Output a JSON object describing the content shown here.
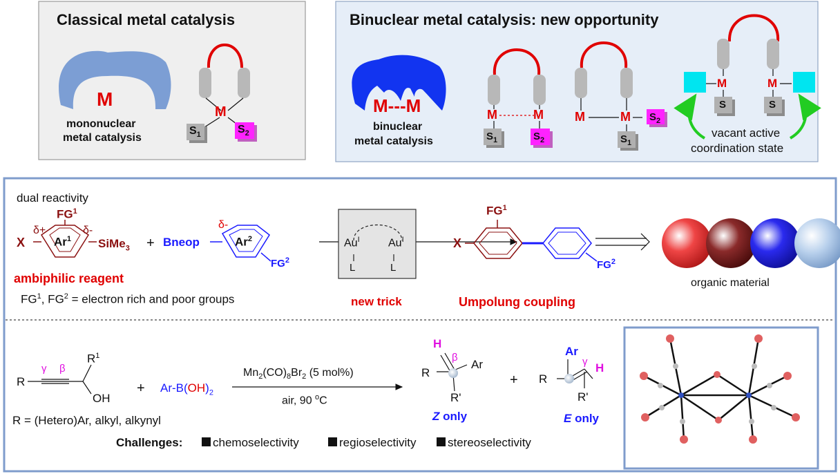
{
  "top_left": {
    "title": "Classical metal catalysis",
    "metal": "M",
    "caption_line1": "mononuclear",
    "caption_line2": "metal catalysis",
    "s1": "S",
    "s2": "S",
    "sub1": "1",
    "sub2": "2"
  },
  "top_right": {
    "title": "Binuclear metal catalysis: new opportunity",
    "metal_pair": "M---M",
    "caption_line1": "binuclear",
    "caption_line2": "metal catalysis",
    "m": "M",
    "s": "S",
    "sub1": "1",
    "sub2": "2",
    "vacant_line1": "vacant active",
    "vacant_line2": "coordination state"
  },
  "middle": {
    "dual_reactivity": "dual reactivity",
    "fg1": "FG",
    "fg1_sup": "1",
    "x": "X",
    "delta_plus": "δ+",
    "delta_minus": "δ-",
    "ar1": "Ar",
    "ar1_sup": "1",
    "sime3": "SiMe",
    "sime3_sub": "3",
    "plus": "+",
    "bneop": "Bneop",
    "ar2": "Ar",
    "ar2_sup": "2",
    "fg2": "FG",
    "fg2_sup": "2",
    "ambiphilic": "ambiphilic reagent",
    "fg_note_pre": "FG",
    "fg_note_sup1": "1",
    "fg_note_mid": ", FG",
    "fg_note_sup2": "2",
    "fg_note_post": " = electron rich and poor groups",
    "au": "Au",
    "au_sup": "I",
    "l": "L",
    "new_trick": "new trick",
    "umpolung": "Umpolung coupling",
    "organic_material": "organic material",
    "sphere_colors": [
      "#e23030",
      "#7a1c1c",
      "#2222dd",
      "#a9c6e8"
    ]
  },
  "bottom": {
    "gamma": "γ",
    "beta": "β",
    "r": "R",
    "r1": "R",
    "r1_sup": "1",
    "oh": "OH",
    "plus": "+",
    "arboh_pre": "Ar-B(",
    "arboh_oh": "OH",
    "arboh_post": ")",
    "arboh_sub": "2",
    "cond_pre": "Mn",
    "cond_s1": "2",
    "cond_mid": "(CO)",
    "cond_s2": "8",
    "cond_br": "Br",
    "cond_s3": "2",
    "cond_post": " (5 mol%)",
    "cond2_pre": "air, 90 ",
    "cond2_sup": "o",
    "cond2_post": "C",
    "r_note": "R = (Hetero)Ar, alkyl, alkynyl",
    "h": "H",
    "ar": "Ar",
    "rprime": "R'",
    "z_only_letter": "Z",
    "only": " only",
    "e_only_letter": "E",
    "challenges_label": "Challenges:",
    "c1": "chemoselectivity",
    "c2": "regioselectivity",
    "c3": "stereoselectivity"
  }
}
